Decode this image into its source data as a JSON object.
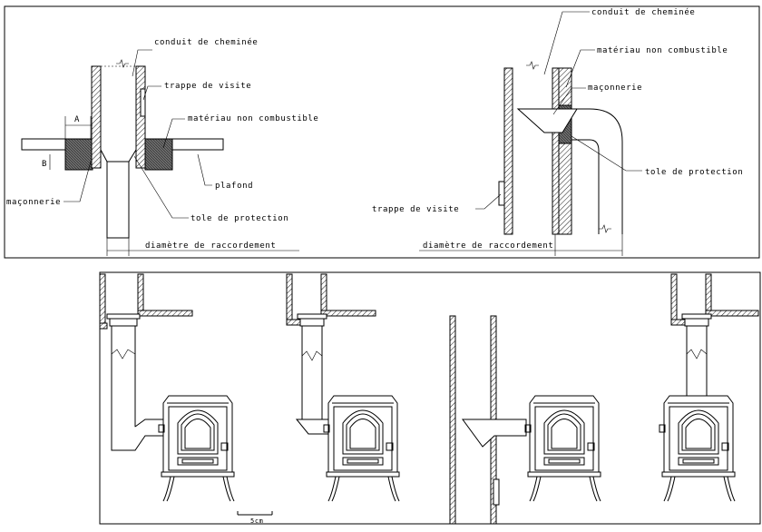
{
  "top_left": {
    "conduit": "conduit de cheminée",
    "trappe": "trappe de visite",
    "materiau": "matériau non combustible",
    "plafond": "plafond",
    "maconnerie": "maçonnerie",
    "tole": "tole de protection",
    "diametre": "diamètre de raccordement",
    "dim_a": "A",
    "dim_b": "B"
  },
  "top_right": {
    "conduit": "conduit de cheminée",
    "materiau": "matériau non combustible",
    "maconnerie": "maçonnerie",
    "tole": "tole de protection",
    "trappe": "trappe de visite",
    "diametre": "diamètre de raccordement"
  },
  "bottom": {
    "scale_label": "5cm"
  }
}
